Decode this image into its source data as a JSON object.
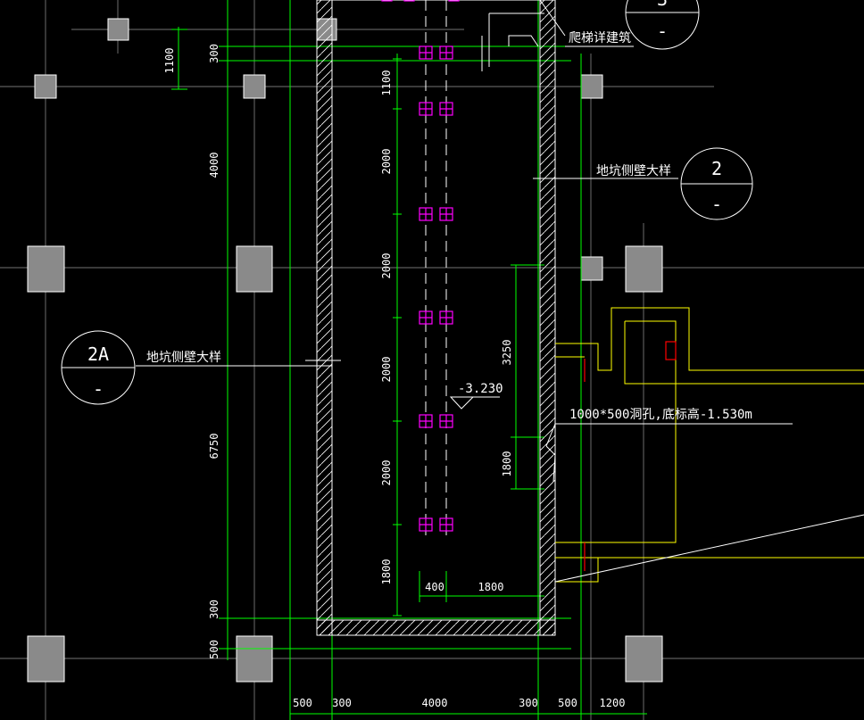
{
  "colors": {
    "background": "#000000",
    "dimension": "#00ff00",
    "wall": "#ffffff",
    "grid": "#c0c0c0",
    "column": "#7f7f7f",
    "rebar": "#ff00ff",
    "trench": "#ffff00",
    "hole": "#ff0000",
    "text": "#ffffff"
  },
  "labels": {
    "ladder_detail": "爬梯详建筑",
    "pit_wall_detail_right": "地坑侧壁大样",
    "pit_wall_detail_left": "地坑侧壁大样",
    "bubble_right_number": "2",
    "bubble_left_number": "2A",
    "bubble_top_number": "3",
    "bubble_dash": "-",
    "level": "-3.230",
    "hole_note": "1000*500洞孔,底标高-1.530m"
  },
  "dims": {
    "left": [
      "1100",
      "300",
      "4000",
      "6750",
      "300",
      "500"
    ],
    "rebar_spacing": [
      "1100",
      "2000",
      "2000",
      "2000",
      "2000",
      "1800"
    ],
    "bottom": [
      "500",
      "300",
      "4000",
      "300",
      "500",
      "1200"
    ],
    "inner": [
      "400",
      "1800"
    ],
    "right": [
      "3250",
      "1800"
    ]
  }
}
